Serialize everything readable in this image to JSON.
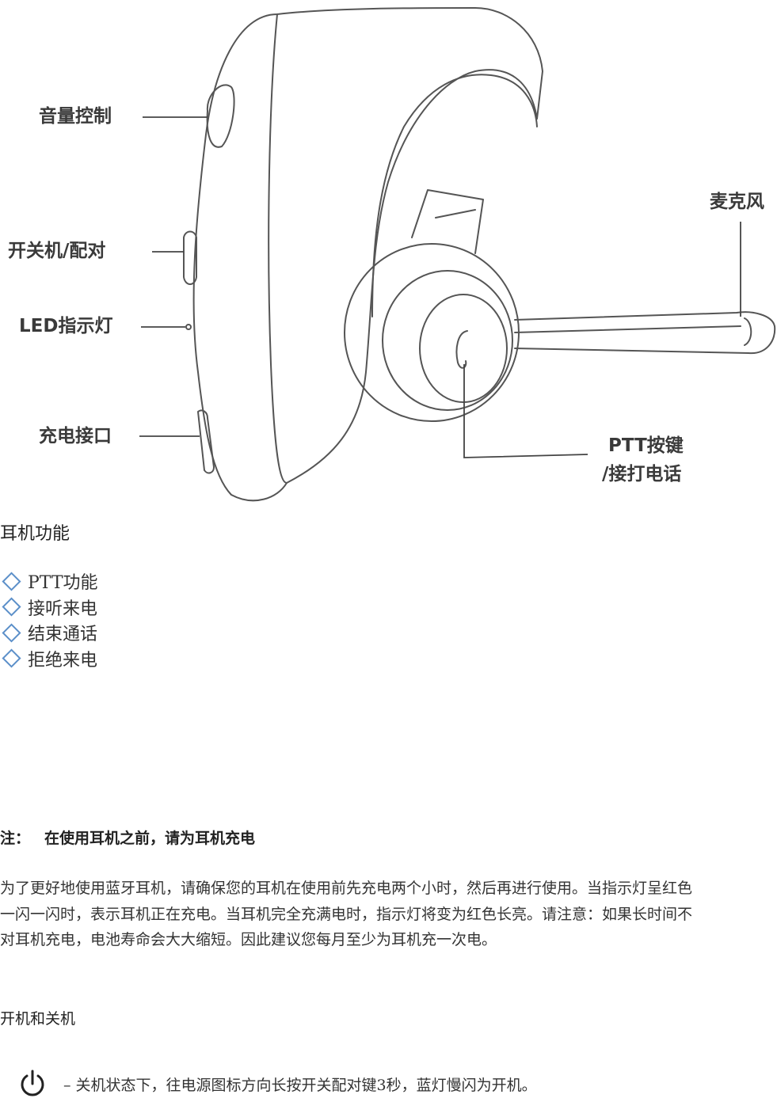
{
  "diagram": {
    "labels": {
      "volume": "音量控制",
      "power_pair": "开关机/配对",
      "led": "LED指示灯",
      "charge_port": "充电接口",
      "microphone": "麦克风",
      "ptt_line1": "PTT按键",
      "ptt_line2": "/接打电话"
    }
  },
  "functions": {
    "title": "耳机功能",
    "items": [
      {
        "label": "PTT功能"
      },
      {
        "label": "接听来电"
      },
      {
        "label": "结束通话"
      },
      {
        "label": "拒绝来电"
      }
    ]
  },
  "note": {
    "label": "注：",
    "title": "在使用耳机之前，请为耳机充电",
    "body": "为了更好地使用蓝牙耳机，请确保您的耳机在使用前先充电两个小时，然后再进行使用。当指示灯呈红色一闪一闪时，表示耳机正在充电。当耳机完全充满电时，指示灯将变为红色长亮。请注意：如果长时间不对耳机充电，电池寿命会大大缩短。因此建议您每月至少为耳机充一次电。"
  },
  "power": {
    "title": "开机和关机",
    "icon": "power-icon",
    "instruction": "– 关机状态下，往电源图标方向长按开关配对键3秒，蓝灯慢闪为开机。"
  },
  "colors": {
    "diamond": "#5b8fc9",
    "line_art": "#555555"
  }
}
